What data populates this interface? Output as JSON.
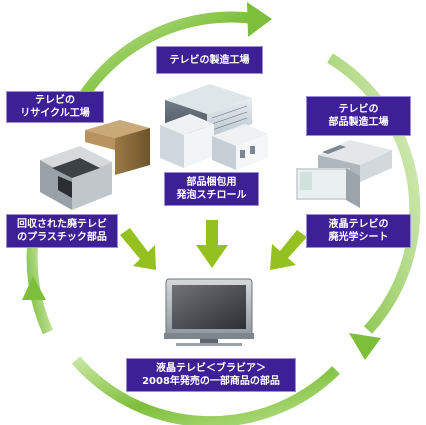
{
  "colors": {
    "cycle_ring": "#8cc63f",
    "inner_arrow": "#94c11f",
    "label_bg": "#3d1f96",
    "label_text": "#ffffff"
  },
  "labels": {
    "tv_factory": "テレビの製造工場",
    "recycle_factory": "テレビの\nリサイクル工場",
    "parts_factory": "テレビの\n部品製造工場",
    "styrofoam": "部品梱包用\n発泡スチロール",
    "used_plastic": "回収された廃テレビ\nのプラスチック部品",
    "optical_sheet": "液晶テレビの\n廃光学シート",
    "bravia_parts": "液晶テレビ＜ブラビア＞\n2008年発売の一部商品の部品"
  },
  "icons": {
    "tv_factory": "factory-building-icon",
    "recycle_factory": "recycling-plant-icon",
    "parts_factory": "parts-plant-icon",
    "lcd_tv": "lcd-tv-icon"
  }
}
